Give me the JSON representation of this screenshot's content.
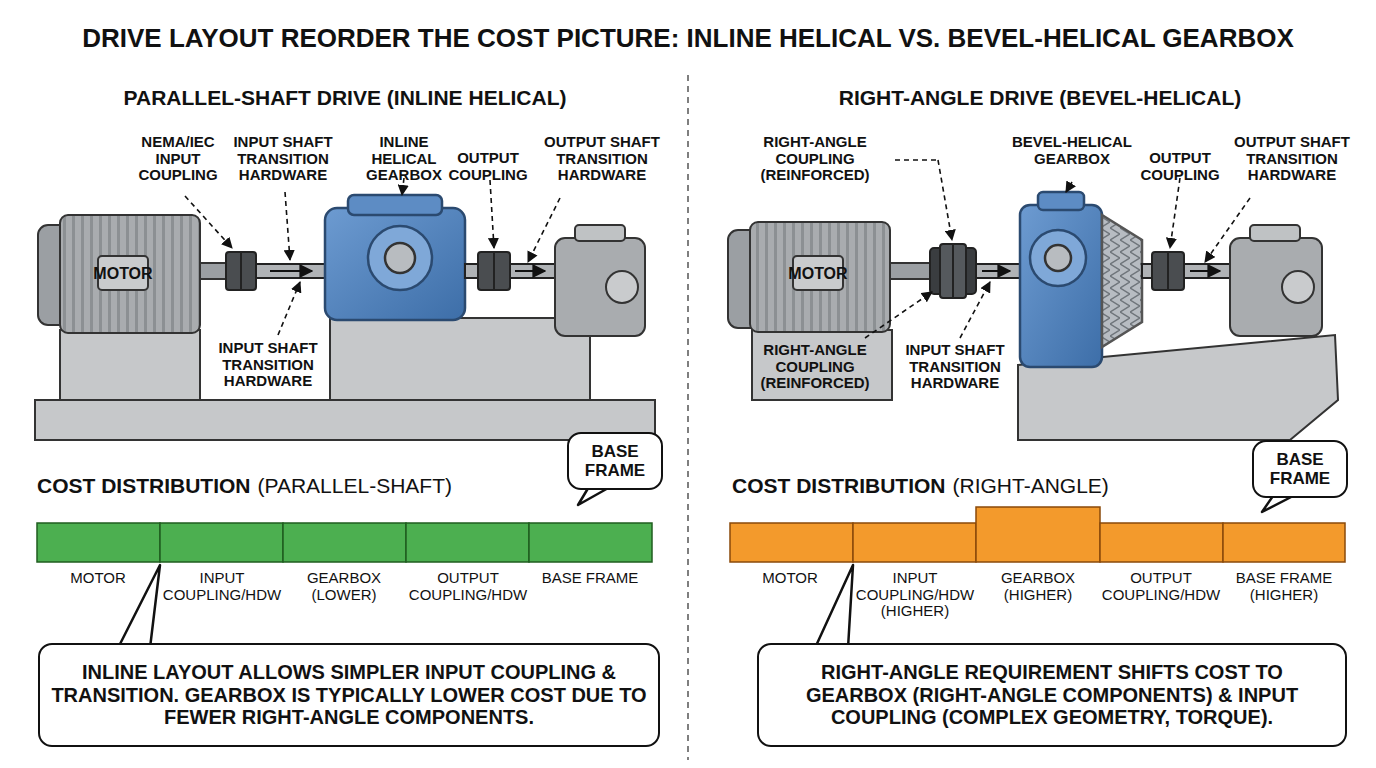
{
  "diagram": {
    "title": "DRIVE LAYOUT REORDER THE COST PICTURE: INLINE HELICAL VS. BEVEL-HELICAL GEARBOX",
    "nodes": [
      {
        "text": [
          "BASE FRAME"
        ]
      },
      {
        "text": [
          "INLINE LAYOUT ALLOWS SIMPLER INPUT COUPLING & TRANSITION. GEARBOX IS TYPICALLY LOWER COST DUE TO FEWER RIGHT-ANGLE COMPONENTS."
        ]
      },
      {
        "text": [
          "BASE FRAME"
        ]
      },
      {
        "text": [
          "RIGHT-ANGLE REQUIREMENT SHIFTS COST TO GEARBOX (RIGHT-ANGLE COMPONENTS) & INPUT COUPLING (COMPLEX GEOMETRY, TORQUE)."
        ]
      }
    ],
    "labels": [
      "PARALLEL-SHAFT DRIVE (INLINE HELICAL)",
      "RIGHT-ANGLE DRIVE (BEVEL-HELICAL)",
      "NEMA/IEC INPUT COUPLING",
      "INPUT SHAFT TRANSITION HARDWARE",
      "INLINE HELICAL GEARBOX",
      "OUTPUT COUPLING",
      "OUTPUT SHAFT TRANSITION HARDWARE",
      "MOTOR",
      "INPUT SHAFT TRANSITION HARDWARE",
      "COST DISTRIBUTION",
      "(PARALLEL-SHAFT)",
      "MOTOR",
      "INPUT COUPLING/HDW",
      "GEARBOX (LOWER)",
      "OUTPUT COUPLING/HDW",
      "BASE FRAME",
      "RIGHT-ANGLE COUPLING (REINFORCED)",
      "BEVEL-HELICAL GEARBOX",
      "OUTPUT COUPLING",
      "OUTPUT SHAFT TRANSITION HARDWARE",
      "MOTOR",
      "RIGHT-ANGLE COUPLING (REINFORCED)",
      "INPUT SHAFT TRANSITION HARDWARE",
      "COST DISTRIBUTION",
      "(RIGHT-ANGLE)",
      "MOTOR",
      "INPUT COUPLING/HDW (HIGHER)",
      "GEARBOX (HIGHER)",
      "OUTPUT COUPLING/HDW",
      "BASE FRAME (HIGHER)"
    ]
  }
}
